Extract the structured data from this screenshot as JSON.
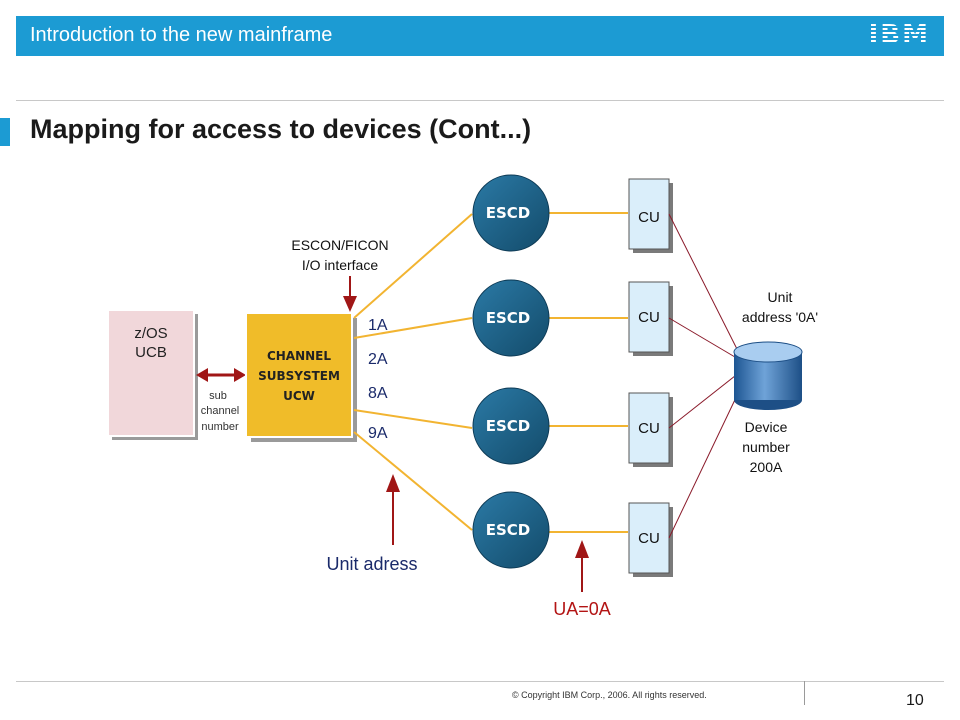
{
  "header": {
    "title": "Introduction to the new mainframe",
    "logo": "IBM"
  },
  "slide": {
    "title": "Mapping for access to devices (Cont...)"
  },
  "diagram": {
    "ucb_label": [
      "z/OS",
      "UCB"
    ],
    "channel_subsystem_label": [
      "CHANNEL",
      "SUBSYSTEM",
      "UCW"
    ],
    "subchannel_label": [
      "sub",
      "channel",
      "number"
    ],
    "interface_label": [
      "ESCON/FICON",
      "I/O interface"
    ],
    "paths": [
      "1A",
      "2A",
      "8A",
      "9A"
    ],
    "escd_label": "ESCD",
    "cu_label": "CU",
    "unit_address_callout": [
      "Unit",
      "address '0A'"
    ],
    "device_label": [
      "Device",
      "number",
      "200A"
    ],
    "unit_adress_label": "Unit adress",
    "ua_label": "UA=0A",
    "colors": {
      "ucb_fill": "#f1d7da",
      "css_fill": "#f0bc29",
      "escd_fill": "#1b5f85",
      "cu_fill": "#daeefa",
      "link_line": "#f2b431",
      "arrow": "#a01616",
      "ua_text": "#b31414",
      "device_fill": "#2e6fae"
    }
  },
  "footer": {
    "copyright": "© Copyright IBM Corp., 2006. All rights reserved.",
    "page_number": "10"
  }
}
